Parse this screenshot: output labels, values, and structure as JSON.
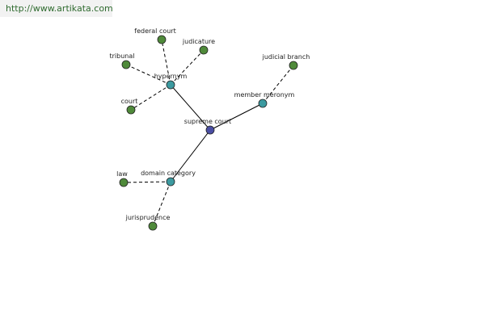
{
  "banner": {
    "url_text": "http://www.artikata.com"
  },
  "colors": {
    "root": "#4a4ea3",
    "relation": "#3c9aa0",
    "leaf": "#4f8a3a"
  },
  "graph": {
    "root": "supreme court",
    "relations": [
      {
        "name": "hypernym",
        "terms": [
          "federal court",
          "judicature",
          "tribunal",
          "court"
        ]
      },
      {
        "name": "member meronym",
        "terms": [
          "judicial branch"
        ]
      },
      {
        "name": "domain category",
        "terms": [
          "law",
          "jurisprudence"
        ]
      }
    ]
  }
}
